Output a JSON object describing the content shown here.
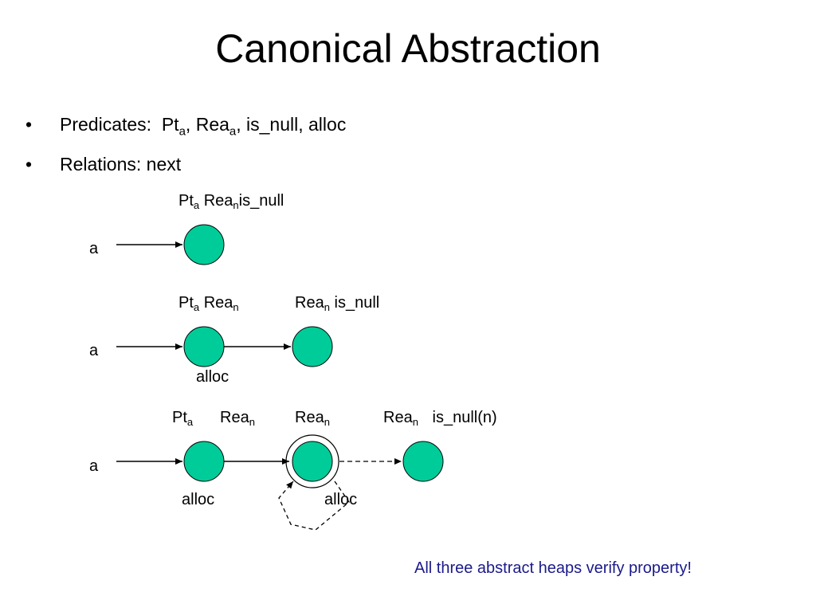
{
  "slide": {
    "title": "Canonical Abstraction",
    "bullets": [
      {
        "prefix": "Predicates:  ",
        "pt": "Pt",
        "pt_sub": "a",
        "sep": ", ",
        "rea": "Rea",
        "rea_sub": "a",
        "rest": ", is_null, alloc"
      },
      {
        "text": "Relations: next"
      }
    ],
    "bullet_glyph": "•",
    "note": "All three abstract heaps verify property!"
  },
  "heap1": {
    "var": "a",
    "n1_top": {
      "pt": "Pt",
      "pt_sub": "a",
      "rea": "Rea",
      "rea_sub": "n",
      "extra": "is_null"
    }
  },
  "heap2": {
    "var": "a",
    "n1_top": {
      "pt": "Pt",
      "pt_sub": "a",
      "rea": "Rea",
      "rea_sub": "n"
    },
    "n2_top": {
      "rea": "Rea",
      "rea_sub": "n",
      "extra": "is_null"
    },
    "n1_bottom": "alloc"
  },
  "heap3": {
    "var": "a",
    "n1_top": {
      "pt": "Pt",
      "pt_sub": "a",
      "rea": "Rea",
      "rea_sub": "n"
    },
    "n2_top": {
      "rea": "Rea",
      "rea_sub": "n"
    },
    "n3_top": {
      "rea": "Rea",
      "rea_sub": "n",
      "extra": "is_null(n)"
    },
    "n1_bottom": "alloc",
    "n2_bottom": "alloc"
  },
  "colors": {
    "node_fill": "#00cc99",
    "note": "#1a1a8c"
  }
}
